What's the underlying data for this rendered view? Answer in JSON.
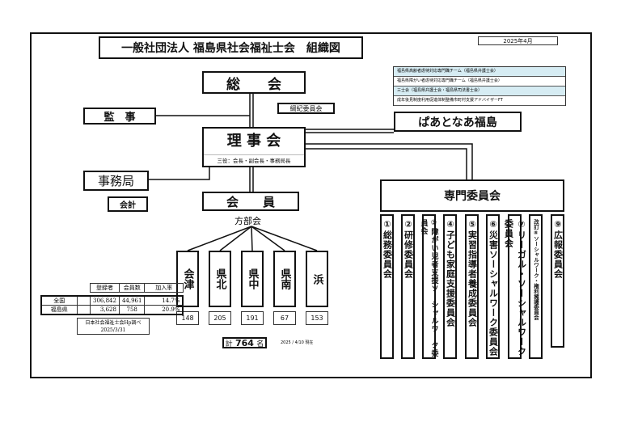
{
  "title": "一般社団法人 福島県社会福祉士会　組織図",
  "date": "2025年4月",
  "side_teams": [
    "福島県高齢者虐待対応専門職チーム（福島県弁護士会）",
    "福島県障がい者虐待対応専門職チーム（福島県弁護士会）",
    "三士会（福島県弁護士会・福島県司法書士会）",
    "成年後見制度利用促進体制整備市町村支援アドバイザーFT"
  ],
  "general_meeting": "総　　会",
  "auditor": "監　事",
  "discipline_committee": "綱紀委員会",
  "partner": "ぱあとなあ福島",
  "board": {
    "title": "理 事 会",
    "subtitle": "三役：会長・副会長・事務局長"
  },
  "secretariat": "事務局",
  "accounting": "会計",
  "members": "会　　員",
  "branch_label": "方部会",
  "branches": [
    {
      "name": "会津",
      "count": "148"
    },
    {
      "name": "県北",
      "count": "205"
    },
    {
      "name": "県中",
      "count": "191"
    },
    {
      "name": "県南",
      "count": "67"
    },
    {
      "name": "浜",
      "count": "153"
    }
  ],
  "total": {
    "prefix": "計",
    "value": "764",
    "suffix": "名",
    "as_of": "2025 / 4/10 現在"
  },
  "expert_committee": "専門委員会",
  "committees": [
    "①総務委員会",
    "②研修委員会",
    "③障がい児者支援ソーシャルワーク委員会",
    "④子ども家庭支援委員会",
    "⑤実習指導者養成委員会",
    "⑥災害ソーシャルワーク委員会",
    "⑦リーガル・ソーシャルワーク委員会",
    "改訂⑧ソーシャルワーク・権利擁護委員会",
    "⑨広報委員会"
  ],
  "stats": {
    "headers": [
      "登録者",
      "会員数",
      "加入率"
    ],
    "rows": [
      {
        "label": "全国",
        "values": [
          "306,842",
          "44,961",
          "14.7%"
        ]
      },
      {
        "label": "福島県",
        "values": [
          "3,628",
          "758",
          "20.9%"
        ]
      }
    ]
  },
  "source": {
    "line1": "日本社会福祉士会Hp調べ",
    "line2": "2025/3/31"
  }
}
